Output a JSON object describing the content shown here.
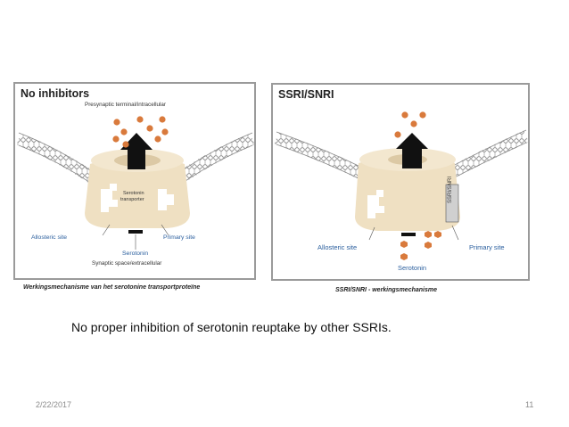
{
  "left_panel": {
    "title": "No inhibitors",
    "presynaptic_label": "Presynaptic terminal/intracellular",
    "transporter_label_line1": "Serotonin",
    "transporter_label_line2": "transporter",
    "allosteric_label": "Allosteric site",
    "primary_label": "Primary site",
    "serotonin_label": "Serotonin",
    "synaptic_label": "Synaptic space/extracellular",
    "caption": "Werkingsmechanisme van het serotonine transportproteïne"
  },
  "right_panel": {
    "title": "SSRI/SNRI",
    "drug_label": "SSRI/SNRI",
    "allosteric_label": "Allosteric site",
    "primary_label": "Primary site",
    "serotonin_label": "Serotonin",
    "caption": "SSRI/SNRI - werkingsmechanisme"
  },
  "main_caption": "No proper inhibition of serotonin reuptake by other SSRIs.",
  "footer": {
    "date": "2/22/2017",
    "page": "11"
  },
  "colors": {
    "transporter": "#efe0c2",
    "molecule": "#d97a3c",
    "label_blue": "#2b5f9e",
    "arrow": "#111111"
  }
}
